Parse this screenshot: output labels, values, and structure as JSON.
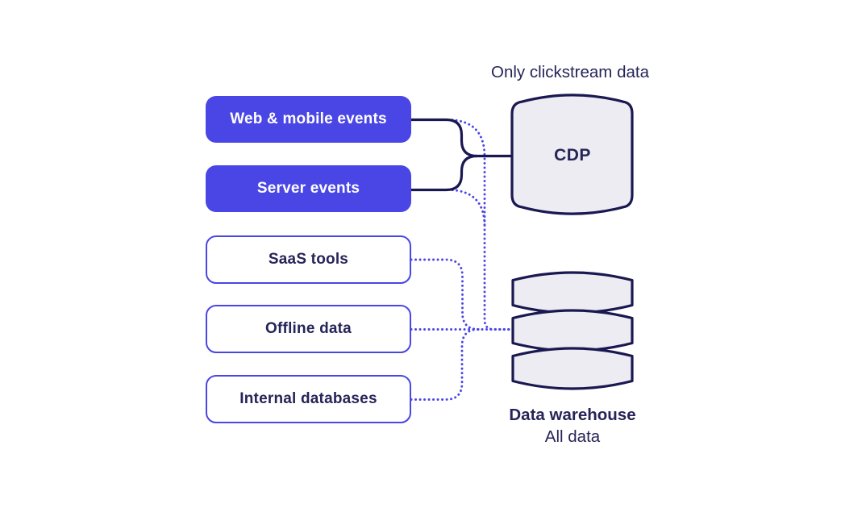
{
  "diagram": {
    "annotation_cdp": "Only clickstream data",
    "sources": [
      {
        "label": "Web & mobile events"
      },
      {
        "label": "Server events"
      },
      {
        "label": "SaaS tools"
      },
      {
        "label": "Offline data"
      },
      {
        "label": "Internal databases"
      }
    ],
    "cdp": {
      "label": "CDP"
    },
    "warehouse": {
      "label": "Data warehouse",
      "sublabel": "All data"
    },
    "colors": {
      "accent_blue": "#4a46e5",
      "navy_stroke": "#1a1851",
      "navy_text": "#262458",
      "shape_fill": "#ececf2",
      "background": "#ffffff"
    }
  }
}
